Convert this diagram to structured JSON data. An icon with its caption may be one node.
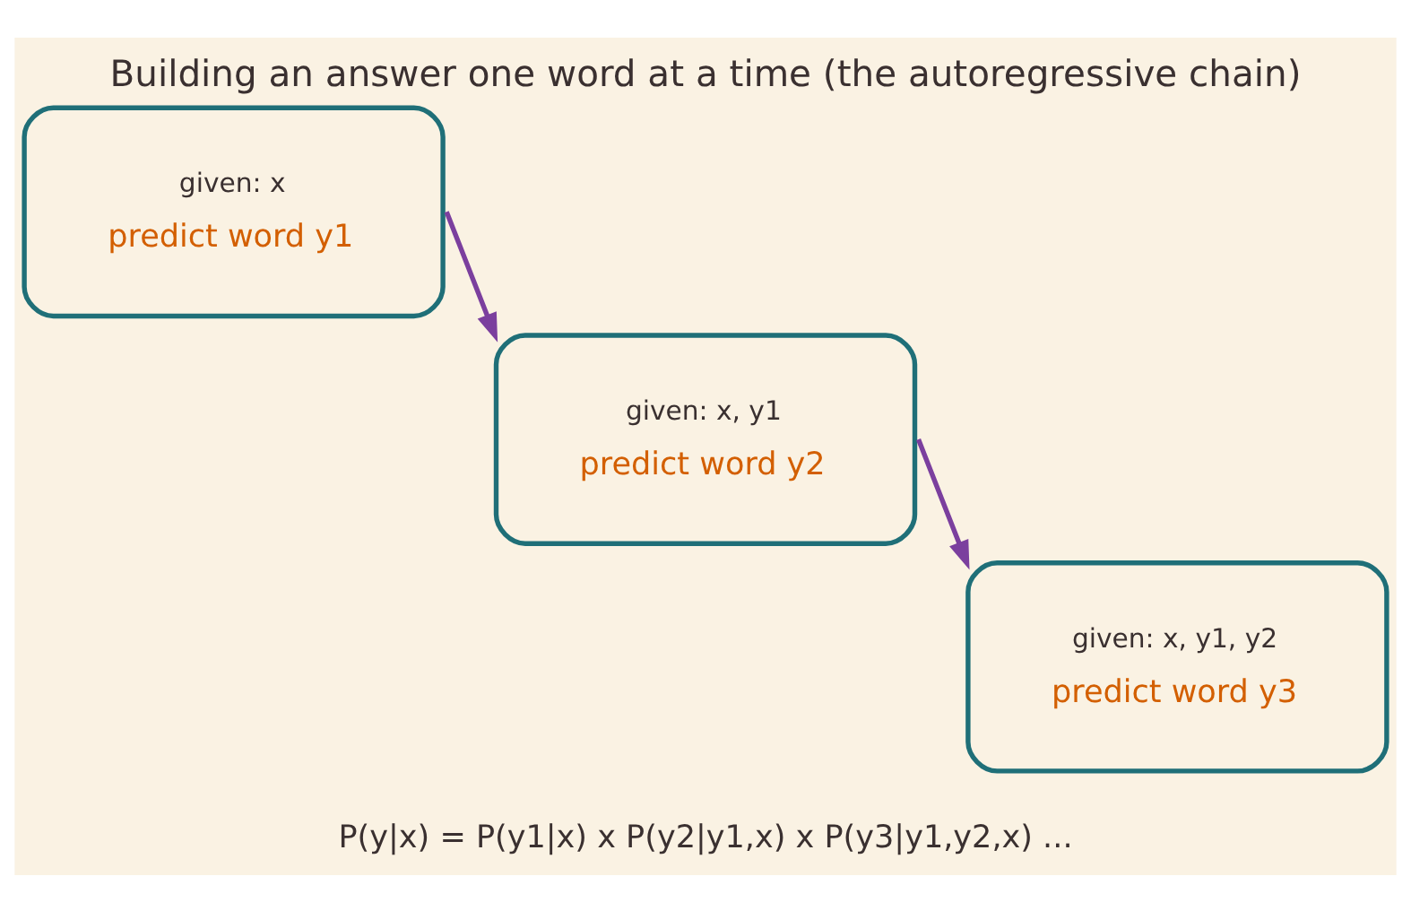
{
  "diagram": {
    "title": "Building an answer one word at a time (the autoregressive chain)",
    "nodes": [
      {
        "text": [
          "given: x",
          "predict word y1"
        ]
      },
      {
        "text": [
          "given: x, y1",
          "predict word y2"
        ]
      },
      {
        "text": [
          "given: x, y1, y2",
          "predict word y3"
        ]
      }
    ],
    "edges": [
      {
        "from": 0,
        "to": 1,
        "arrow": "to"
      },
      {
        "from": 1,
        "to": 2,
        "arrow": "to"
      }
    ],
    "labels": [
      "P(y|x) = P(y1|x) x P(y2|y1,x) x P(y3|y1,y2,x) ..."
    ]
  }
}
